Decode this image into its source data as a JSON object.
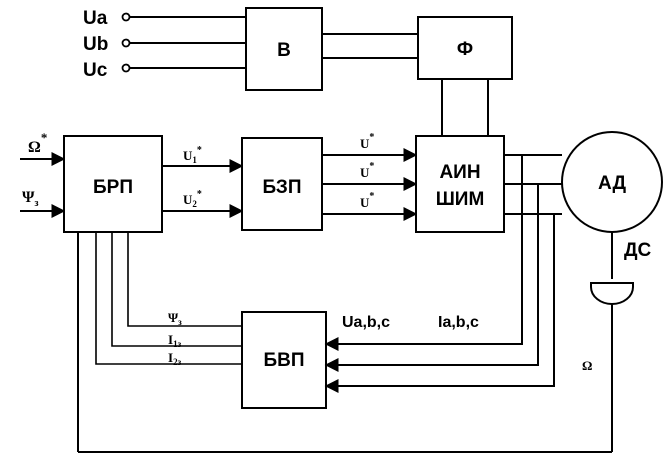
{
  "inputs": {
    "ua": "Ua",
    "ub": "Ub",
    "uc": "Uc",
    "omega_ref": "Ω",
    "omega_ref_sup": "*",
    "psi_ref": "Ψ",
    "psi_ref_sub": "з"
  },
  "blocks": {
    "v": "В",
    "f": "Ф",
    "brp": "БРП",
    "bzp": "БЗП",
    "ain": "АИН",
    "shim": "ШИМ",
    "ad": "АД",
    "bvp": "БВП",
    "ds": "ДС"
  },
  "signals": {
    "u1": "U",
    "u1_sub": "1",
    "u1_sup": "*",
    "u2": "U",
    "u2_sub": "2",
    "u2_sup": "*",
    "ua_ref": "U",
    "ua_sup": "*",
    "ub_ref": "U",
    "ub_sup": "*",
    "uc_ref": "U",
    "uc_sup": "*",
    "psi_fb": "Ψ",
    "psi_fb_sub": "з",
    "i1": "I",
    "i1_sub": "1з",
    "i2": "I",
    "i2_sub": "2з",
    "uabc": "Ua,b,c",
    "iabc": "Ia,b,c",
    "omega_fb": "Ω"
  }
}
